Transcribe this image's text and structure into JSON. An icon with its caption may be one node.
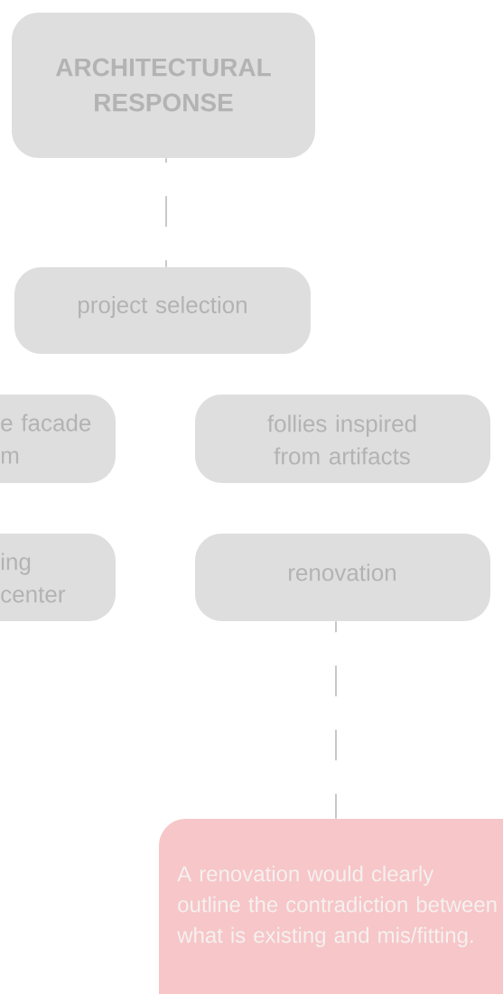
{
  "diagram": {
    "nodes": [
      {
        "text": [
          "ARCHITECTURAL RESPONSE"
        ]
      },
      {
        "text": [
          "project selection"
        ]
      },
      {
        "text": [
          "e facade m"
        ]
      },
      {
        "text": [
          "ing center"
        ]
      },
      {
        "text": [
          "follies inspired from artifacts"
        ]
      },
      {
        "text": [
          "renovation"
        ]
      },
      {
        "text": [
          "A renovation would clearly outline the contradiction between what is existing and mis/fitting."
        ]
      }
    ],
    "edges": [
      {
        "from": 0,
        "to": 1,
        "arrow": "none",
        "style": "dashed"
      },
      {
        "from": 5,
        "to": 6,
        "arrow": "none",
        "style": "dashed"
      }
    ]
  }
}
